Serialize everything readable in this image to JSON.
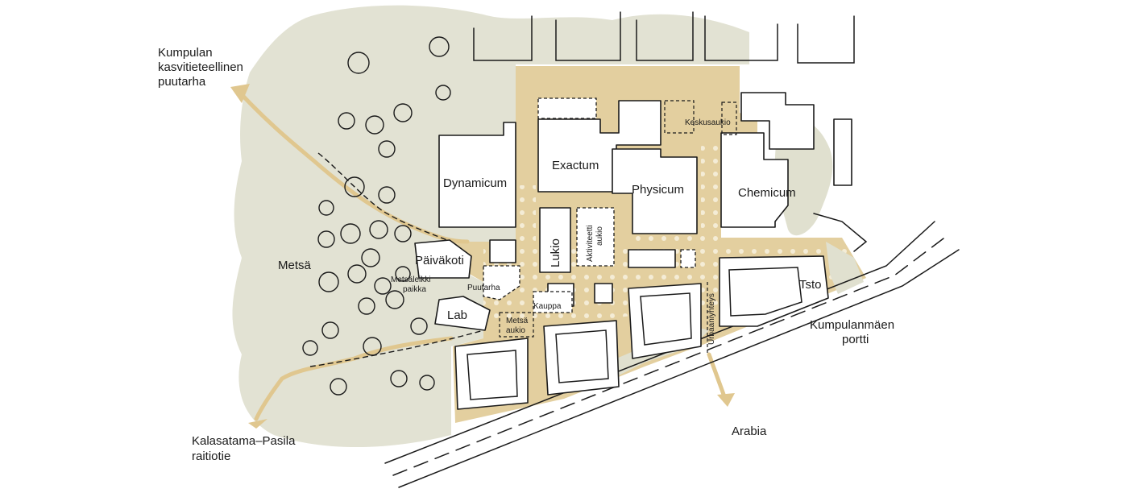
{
  "colors": {
    "forest": "#e2e2d3",
    "campus": "#e3cf9f",
    "greenery": "#e0e0cf",
    "dots": "#f4ecd6",
    "line": "#1a1a1a"
  },
  "buildings": {
    "dynamicum": "Dynamicum",
    "exactum": "Exactum",
    "physicum": "Physicum",
    "chemicum": "Chemicum",
    "lukio": "Lukio",
    "paivakoti": "Päiväkoti",
    "lab": "Lab",
    "tsto": "Tsto"
  },
  "places": {
    "keskusaukio": "Keskusaukio",
    "aktiviteetti_line1": "Aktiviteetti",
    "aktiviteetti_line2": "aukio",
    "metsaleikki_line1": "Metsäleikki",
    "metsaleikki_line2": "paikka",
    "puutarha": "Puutarha",
    "kauppa": "Kauppa",
    "metsaaukio_line1": "Metsä",
    "metsaaukio_line2": "aukio",
    "urbaaniyhteys": "Urbaaniyhteys",
    "metsa": "Metsä"
  },
  "destinations": {
    "kumpula_line1": "Kumpulan",
    "kumpula_line2": "kasvitieteellinen",
    "kumpula_line3": "puutarha",
    "kalasatama_line1": "Kalasatama–Pasila",
    "kalasatama_line2": "raitiotie",
    "arabia": "Arabia",
    "portti_line1": "Kumpulanmäen",
    "portti_line2": "portti"
  }
}
